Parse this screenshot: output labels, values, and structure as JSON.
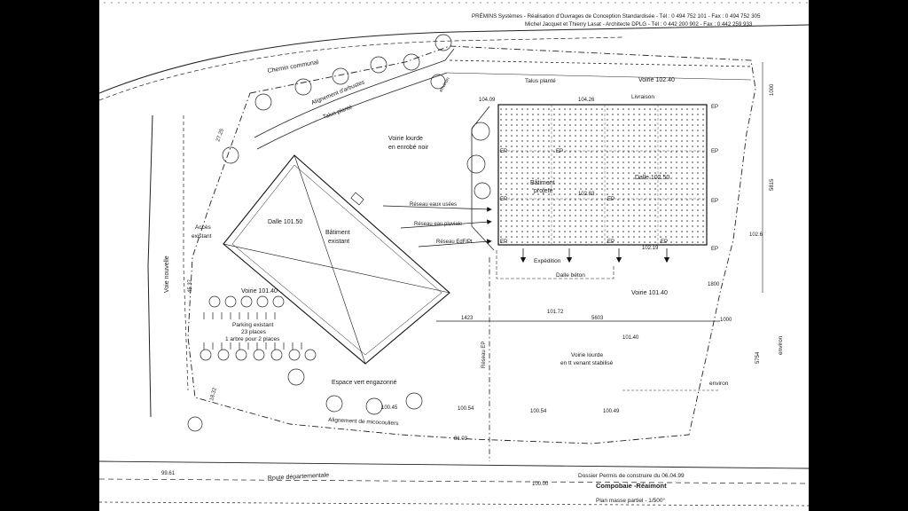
{
  "header": {
    "line1": "PRÉMINS Systèmes - Réalisation d'Ouvrages de Conception Standardisée - Tél : 0 494 752 101 - Fax : 0 494 752 305",
    "line2": "Michel Jacquet et Thierry Lasat - Architecte DPLG - Tél : 0 442 200 902 - Fax : 0 442 259 933"
  },
  "roads": {
    "chemin": "Chemin communal",
    "voie_nouvelle": "Voie nouvelle",
    "route": "Route départementale"
  },
  "labels": {
    "alignement_arbustes": "Alignement d'arbustes",
    "talus1": "Talus planté",
    "talus2": "Talus planté",
    "voirie_102_40": "Voirie 102.40",
    "voirie_lourde": "Voirie lourde",
    "enrobe": "en enrobé noir",
    "livraison": "Livraison",
    "batiment_projete_1": "Bâtiment",
    "batiment_projete_2": "projeté",
    "dalle_102_50": "Dalle 102.50",
    "dalle_101_50": "Dalle 101.50",
    "batiment_existant_1": "Bâtiment",
    "batiment_existant_2": "existant",
    "reseau_eaux_usees": "Réseau eaux usées",
    "reseau_eaux_pluviales": "Réseau eau pluviale",
    "reseau_edf": "Réseau EdF/Pt",
    "acces_1": "Accès",
    "acces_2": "existant",
    "voirie_101_40_left": "Voirie 101.40",
    "parking_1": "Parking existant",
    "parking_2": "23 places",
    "parking_3": "1 arbre pour 2 places",
    "expedition": "Expédition",
    "dalle_beton": "Dalle béton",
    "voirie_101_40_right": "Voirie 101.40",
    "voirie_lourde_2": "Voirie lourde",
    "sol_stabilise": "en tt venant stabilisé",
    "espace_vert": "Espace vert engazonné",
    "alignement_micocouliers": "Alignement de micocouliers",
    "environ_bottom": "environ",
    "environ_right": "environ",
    "environ_top": "environ",
    "ep_vertical": "Réseau EP"
  },
  "ep_labels": [
    "EP",
    "EP",
    "EP",
    "EP",
    "EP",
    "EP",
    "EP",
    "EP",
    "EP",
    "EP",
    "EP"
  ],
  "levels": {
    "l104_09": "104.09",
    "l104_26": "104.26",
    "l102_83": "102.83",
    "l102_19": "102.19",
    "l102_6": "102.6",
    "l101_72": "101.72",
    "l101_40": "101.40",
    "l100_54a": "100.54",
    "l100_54b": "100.54",
    "l100_49": "100.49",
    "l100_45": "100.45",
    "l99_61": "99.61",
    "l100_00": "100.00"
  },
  "dims": {
    "d27_25": "27.25",
    "d45_37": "45.37",
    "d18_32": "18.32",
    "d81_03": "81.03",
    "d1423": "1423",
    "d5603": "5603",
    "d1000": "1000",
    "d5815": "5815",
    "d1800": "1800",
    "d5754": "5754",
    "d1000b": "1000"
  },
  "footer": {
    "dossier": "Dossier Permis de construire du 06.04.99",
    "project": "Compobaie -Réaimont",
    "plan": "Plan masse partiel - 1/500°"
  }
}
